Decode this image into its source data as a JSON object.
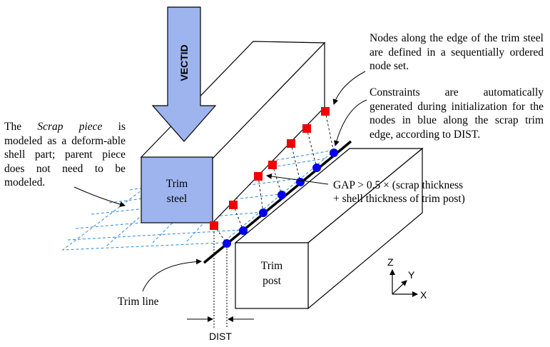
{
  "labels": {
    "vectid": "VECTID",
    "trim_steel_line1": "Trim",
    "trim_steel_line2": "steel",
    "trim_post_line1": "Trim",
    "trim_post_line2": "post",
    "trim_line": "Trim line",
    "dist": "DIST",
    "gap_line1": "GAP > 0.5 × (scrap thickness",
    "gap_line2": "+ shell thickness of trim post)"
  },
  "notes": {
    "scrap_prefix": "The",
    "scrap_italic": "Scrap piece",
    "scrap_rest": "is modeled as a deform-able shell part; parent piece does not need to be modeled.",
    "nodes": "Nodes along the edge of the trim steel are defined in a sequentially ordered node set.",
    "constraints": "Constraints are automatically generated during initialization for the nodes in blue along the scrap trim edge, according to DIST."
  },
  "axes": {
    "z": "Z",
    "y": "Y",
    "x": "X"
  },
  "colors": {
    "vector_fill": "#9db4ee",
    "red_node": "#ee0000",
    "blue_node": "#0000ee",
    "mesh": "#2b8be0",
    "outline": "#000000"
  }
}
